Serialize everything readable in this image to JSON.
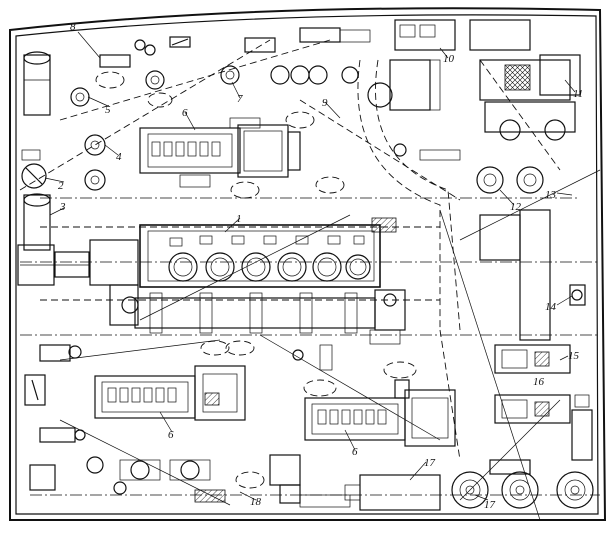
{
  "diagram": {
    "labels": [
      {
        "id": "8",
        "text": "8"
      },
      {
        "id": "5",
        "text": "5"
      },
      {
        "id": "4",
        "text": "4"
      },
      {
        "id": "2",
        "text": "2"
      },
      {
        "id": "3",
        "text": "3"
      },
      {
        "id": "6a",
        "text": "6"
      },
      {
        "id": "7",
        "text": "7"
      },
      {
        "id": "9",
        "text": "9"
      },
      {
        "id": "1",
        "text": "1"
      },
      {
        "id": "10",
        "text": "10"
      },
      {
        "id": "11",
        "text": "11"
      },
      {
        "id": "12",
        "text": "12"
      },
      {
        "id": "13",
        "text": "13"
      },
      {
        "id": "14",
        "text": "14"
      },
      {
        "id": "15",
        "text": "15"
      },
      {
        "id": "16",
        "text": "16"
      },
      {
        "id": "6b",
        "text": "6"
      },
      {
        "id": "6c",
        "text": "6"
      },
      {
        "id": "17a",
        "text": "17"
      },
      {
        "id": "17b",
        "text": "17"
      },
      {
        "id": "18",
        "text": "18"
      }
    ]
  }
}
